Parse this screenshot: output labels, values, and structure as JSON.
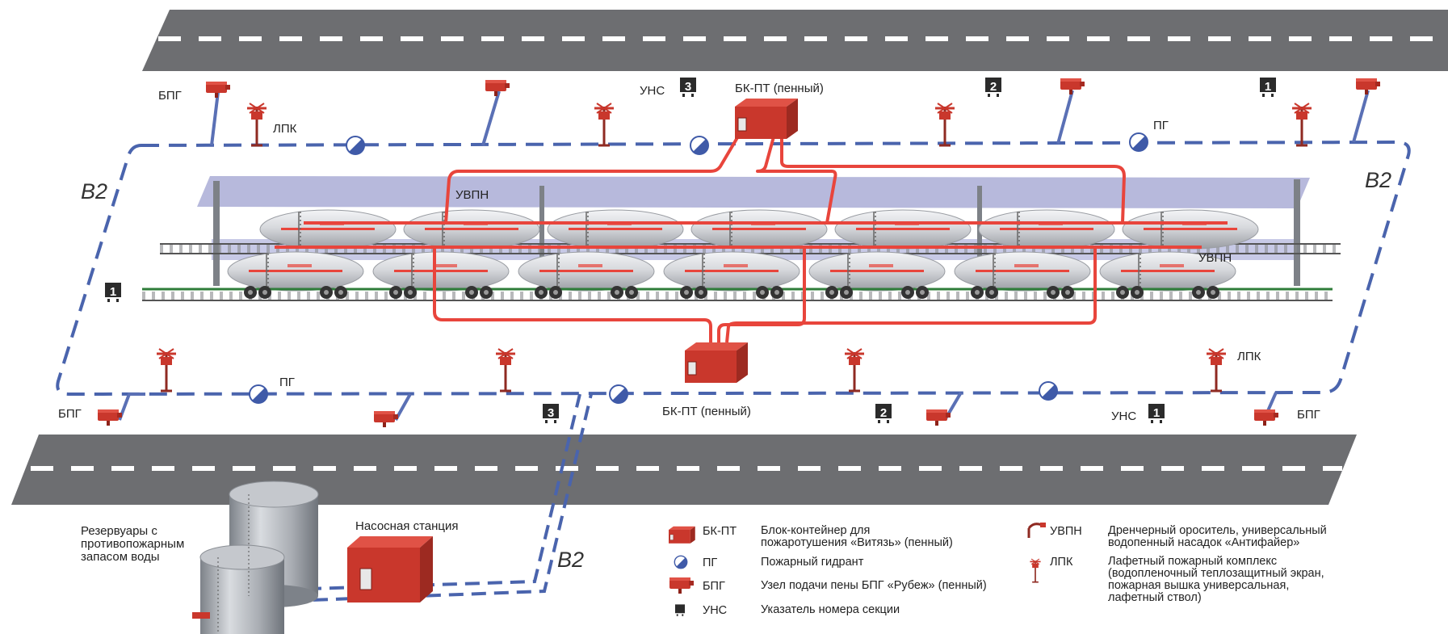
{
  "labels": {
    "bpg": "БПГ",
    "lpk": "ЛПК",
    "pg": "ПГ",
    "uns": "УНС",
    "uvpn": "УВПН",
    "bkpt": "БК-ПТ (пенный)",
    "zone": "В2",
    "reservoirs": [
      "Резервуары с",
      "противопожарным",
      "запасом воды"
    ],
    "pump_station": "Насосная станция"
  },
  "sections": {
    "one": "1",
    "two": "2",
    "three": "3"
  },
  "legend": {
    "bkpt": {
      "abbr": "БК-ПТ",
      "desc": [
        "Блок-контейнер для",
        "пожаротушения «Витязь» (пенный)"
      ]
    },
    "pg": {
      "abbr": "ПГ",
      "desc": [
        "Пожарный гидрант"
      ]
    },
    "bpg": {
      "abbr": "БПГ",
      "desc": [
        "Узел подачи пены БПГ «Рубеж» (пенный)"
      ]
    },
    "uns": {
      "abbr": "УНС",
      "desc": [
        "Указатель номера секции"
      ]
    },
    "uvpn": {
      "abbr": "УВПН",
      "desc": [
        "Дренчерный ороситель, универсальный",
        "водопенный насадок «Антифайер»"
      ]
    },
    "lpk": {
      "abbr": "ЛПК",
      "desc": [
        "Лафетный пожарный комплекс",
        "(водопленочный теплозащитный экран,",
        "пожарная вышка универсальная,",
        "лафетный ствол)"
      ]
    }
  },
  "colors": {
    "road": "#6d6e71",
    "pipe_water": "#4a64ad",
    "pipe_foam": "#e8453c",
    "container": "#c9372c",
    "canopy": "#b7b9dc",
    "tank": "#d4d6da"
  }
}
